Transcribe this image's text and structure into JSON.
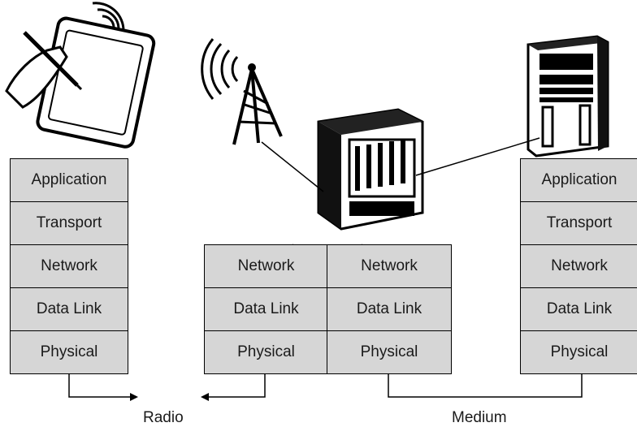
{
  "left_stack": [
    "Application",
    "Transport",
    "Network",
    "Data Link",
    "Physical"
  ],
  "router": {
    "left": [
      "Network",
      "Data Link",
      "Physical"
    ],
    "right": [
      "Network",
      "Data Link",
      "Physical"
    ]
  },
  "right_stack": [
    "Application",
    "Transport",
    "Network",
    "Data Link",
    "Physical"
  ],
  "labels": {
    "radio": "Radio",
    "medium": "Medium"
  },
  "icons": [
    "tablet-stylus-icon",
    "radio-tower-icon",
    "router-icon",
    "server-icon"
  ]
}
